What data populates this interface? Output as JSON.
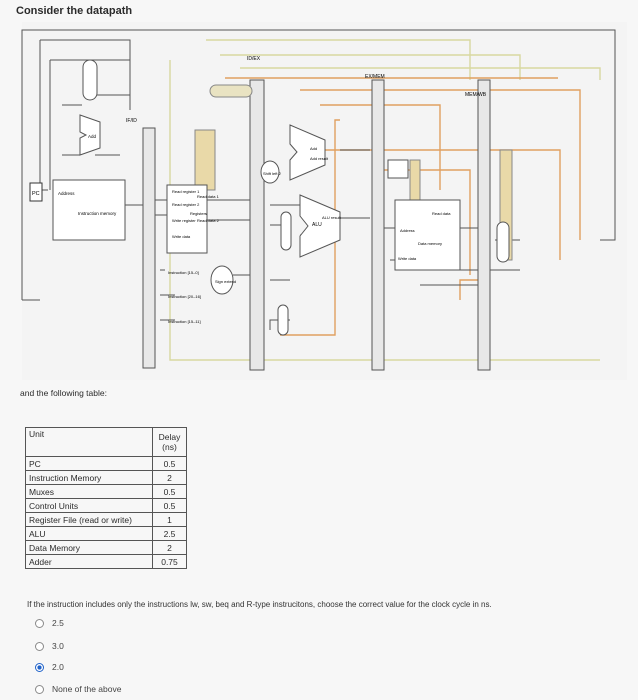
{
  "question_heading": "Consider the datapath",
  "diagram": {
    "labels": {
      "pc": "PC",
      "address": "Address",
      "instruction_memory": "Instruction memory",
      "if_id": "IF/ID",
      "id_ex": "ID/EX",
      "ex_mem": "EX/MEM",
      "mem_wb": "MEM/WB",
      "read_register_1": "Read register 1",
      "read_register_2": "Read register 2",
      "write_register": "Write register",
      "write_data": "Write data",
      "registers": "Registers",
      "read_data_1": "Read data 1",
      "read_data_2": "Read data 2",
      "sign_extend": "Sign extend",
      "instruction_15_0": "Instruction [15–0]",
      "instruction_20_16": "Instruction [20–16]",
      "instruction_15_11": "Instruction [15–11]",
      "shift_left_2": "Shift left 2",
      "add": "Add",
      "add_result": "Add result",
      "alu": "ALU",
      "alu_result": "ALU result",
      "data_memory": "Data memory",
      "read_data": "Read data",
      "mem_address": "Address",
      "mem_write_data": "Write data"
    }
  },
  "following_text": "and the following table:",
  "table": {
    "header_unit": "Unit",
    "header_delay": "Delay (ns)",
    "rows": [
      {
        "unit": "PC",
        "delay": "0.5"
      },
      {
        "unit": "Instruction Memory",
        "delay": "2"
      },
      {
        "unit": "Muxes",
        "delay": "0.5"
      },
      {
        "unit": "Control Units",
        "delay": "0.5"
      },
      {
        "unit": "Register File (read or write)",
        "delay": "1"
      },
      {
        "unit": "ALU",
        "delay": "2.5"
      },
      {
        "unit": "Data Memory",
        "delay": "2"
      },
      {
        "unit": "Adder",
        "delay": "0.75"
      }
    ]
  },
  "question": "If the instruction includes only the instructions lw, sw, beq and R-type instrucitons, choose the correct value for the clock cycle in ns.",
  "options": [
    {
      "label": "2.5",
      "selected": false
    },
    {
      "label": "3.0",
      "selected": false
    },
    {
      "label": "2.0",
      "selected": true
    },
    {
      "label": "None of the above",
      "selected": false
    }
  ],
  "colors": {
    "selected_radio": "#1f62c9",
    "wire": "#555555",
    "orange_wire": "#e0a060",
    "yellow_wire": "#d8d8a0"
  }
}
